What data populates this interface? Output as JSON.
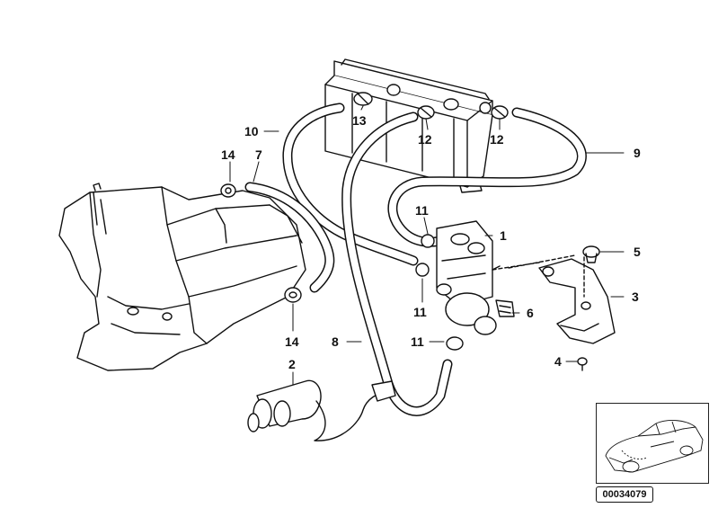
{
  "callouts": {
    "c1": "1",
    "c2": "2",
    "c3": "3",
    "c4": "4",
    "c5": "5",
    "c6": "6",
    "c7": "7",
    "c8": "8",
    "c9": "9",
    "c10": "10",
    "c11a": "11",
    "c11b": "11",
    "c11c": "11",
    "c12a": "12",
    "c12b": "12",
    "c13": "13",
    "c14a": "14",
    "c14b": "14"
  },
  "diagram_id": "00034079"
}
